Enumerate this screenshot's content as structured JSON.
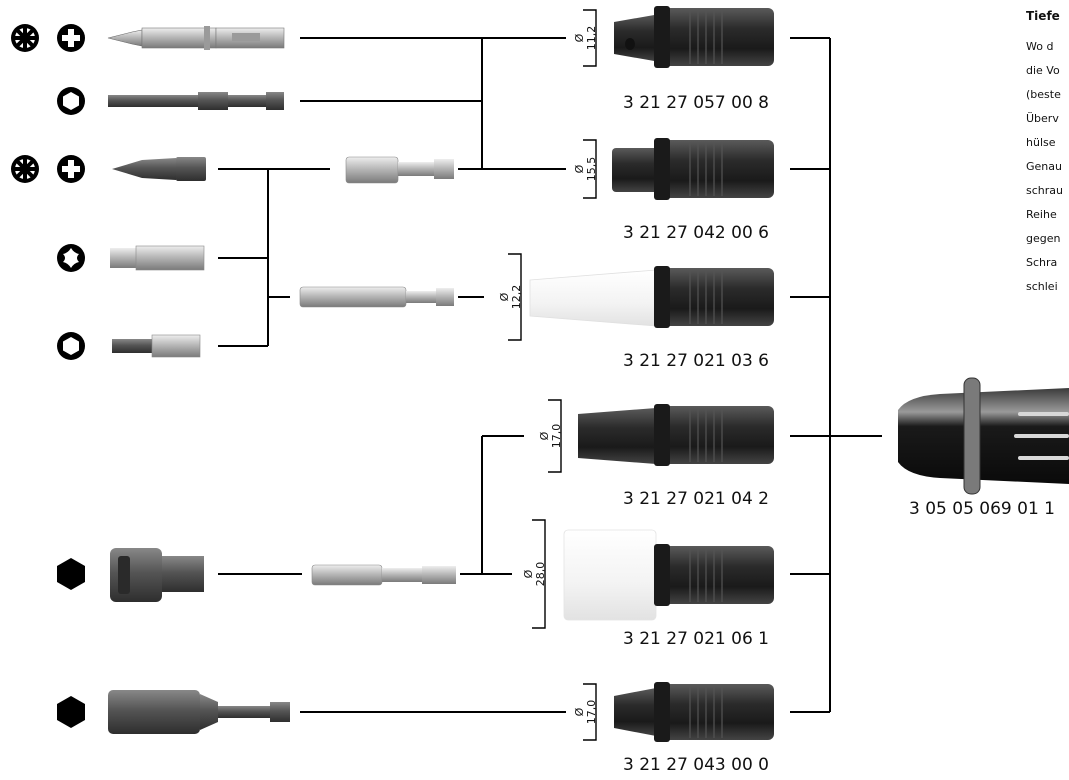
{
  "title": "Tiefe",
  "paragraph": [
    "Wo d",
    "die Vo",
    "(beste",
    "Überv",
    "hülse",
    "Genau",
    "schrau",
    "Reihe",
    "gegen",
    "Schra",
    "schlei"
  ],
  "diameter_symbol": "Ø",
  "sleeves": [
    {
      "part_number": "3 21 27 057 00 8",
      "diameter": "11,2"
    },
    {
      "part_number": "3 21 27 042 00 6",
      "diameter": "15,5"
    },
    {
      "part_number": "3 21 27 021 03 6",
      "diameter": "12,2"
    },
    {
      "part_number": "3 21 27 021 04 2",
      "diameter": "17,0"
    },
    {
      "part_number": "3 21 27 021 06 1",
      "diameter": "28,0"
    },
    {
      "part_number": "3 21 27 043 00 0",
      "diameter": "17,0"
    }
  ],
  "handle": {
    "part_number": "3 05 05 069 01 1"
  },
  "drive_icons": [
    "phillips-pozidriv-icon",
    "hex-socket-icon",
    "phillips-pozidriv-icon",
    "torx-icon",
    "hex-socket-icon",
    "hex-nut-icon",
    "hex-nut-icon"
  ],
  "colors": {
    "line": "#000000",
    "sleeve_dark": "#2a2a2a",
    "sleeve_white": "#f2f2f2",
    "bit_metal": "#bdbdbd"
  }
}
